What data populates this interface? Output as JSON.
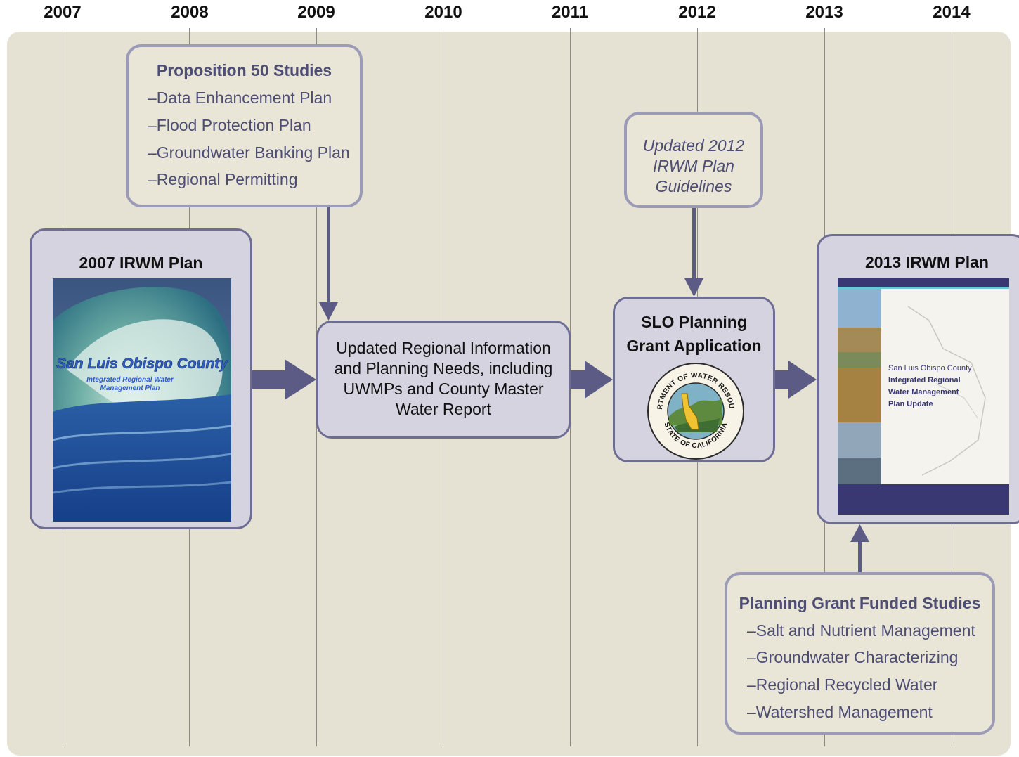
{
  "years": [
    "2007",
    "2008",
    "2009",
    "2010",
    "2011",
    "2012",
    "2013",
    "2014"
  ],
  "prop50": {
    "title": "Proposition 50 Studies",
    "items": [
      "–Data Enhancement Plan",
      "–Flood Protection Plan",
      "–Groundwater Banking Plan",
      "–Regional Permitting"
    ]
  },
  "guidelines": {
    "lines": [
      "Updated 2012",
      "IRWM Plan",
      "Guidelines"
    ]
  },
  "plan2007": {
    "title": "2007 IRWM Plan",
    "cover_title": "San Luis Obispo County",
    "cover_subtitle": [
      "Integrated Regional Water",
      "Management Plan"
    ]
  },
  "updated": {
    "lines": [
      "Updated Regional Information",
      "and Planning Needs, including",
      "UWMPs and County Master",
      "Water Report"
    ]
  },
  "slo": {
    "title_lines": [
      "SLO Planning",
      "Grant Application"
    ],
    "seal_top": "DEPARTMENT OF WATER RESOURCES",
    "seal_bottom": "STATE OF CALIFORNIA"
  },
  "plan2013": {
    "title": "2013 IRWM Plan",
    "cover_county": "San Luis Obispo County",
    "cover_lines": [
      "Integrated Regional",
      "Water Management",
      "Plan Update"
    ]
  },
  "grant_studies": {
    "title": "Planning Grant Funded Studies",
    "items": [
      "–Salt and Nutrient Management",
      "–Groundwater Characterizing",
      "–Regional Recycled Water",
      "–Watershed Management"
    ]
  },
  "colors": {
    "panel": "#e5e2d3",
    "box_fill": "#d5d3e0",
    "box_border": "#6e6d93",
    "study_text": "#4e4d73",
    "arrow": "#5c5b86"
  }
}
